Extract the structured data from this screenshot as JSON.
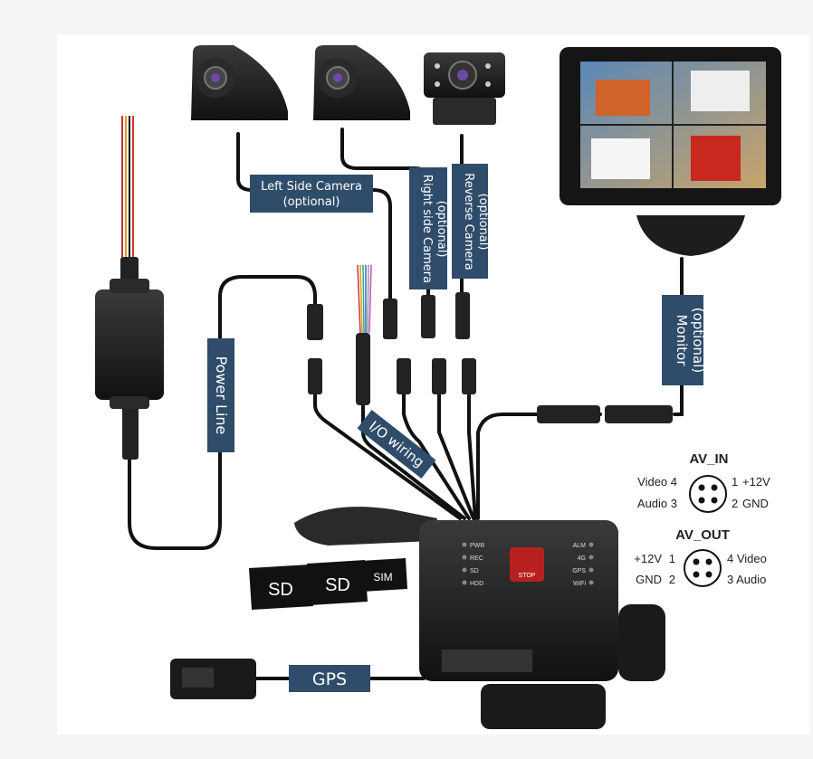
{
  "labels": {
    "left_side_camera": "Left Side Camera",
    "left_side_camera_opt": "(optional)",
    "right_side_camera": "Right side Camera",
    "right_side_camera_opt": "(optional)",
    "reverse_camera": "Reverse Camera",
    "reverse_camera_opt": "(optional)",
    "monitor": "Monitor",
    "monitor_opt": "(optional)",
    "power_line": "Power Line",
    "io_wiring": "I/O wiring",
    "gps": "GPS",
    "sd_1": "SD",
    "sd_2": "SD",
    "sim": "SIM"
  },
  "av_in": {
    "title": "AV_IN",
    "pins": {
      "top_left": "Video 4",
      "top_right_num": "1",
      "top_right_text": "+12V",
      "bottom_left": "Audio 3",
      "bottom_right_num": "2",
      "bottom_right_text": "GND"
    }
  },
  "av_out": {
    "title": "AV_OUT",
    "pins": {
      "top_left_text": "+12V",
      "top_left_num": "1",
      "top_right": "4  Video",
      "bottom_left_text": "GND",
      "bottom_left_num": "2",
      "bottom_right": "3  Audio"
    }
  },
  "dvr_panel": {
    "left_leds": [
      "PWR",
      "REC",
      "SD",
      "HDD"
    ],
    "right_leds": [
      "ALM",
      "4G",
      "GPS",
      "WiFi"
    ],
    "emergency": "STOP"
  },
  "colors": {
    "label_bg": "#2f4d6b",
    "cable": "#111111",
    "device": "#1c1c1c"
  }
}
